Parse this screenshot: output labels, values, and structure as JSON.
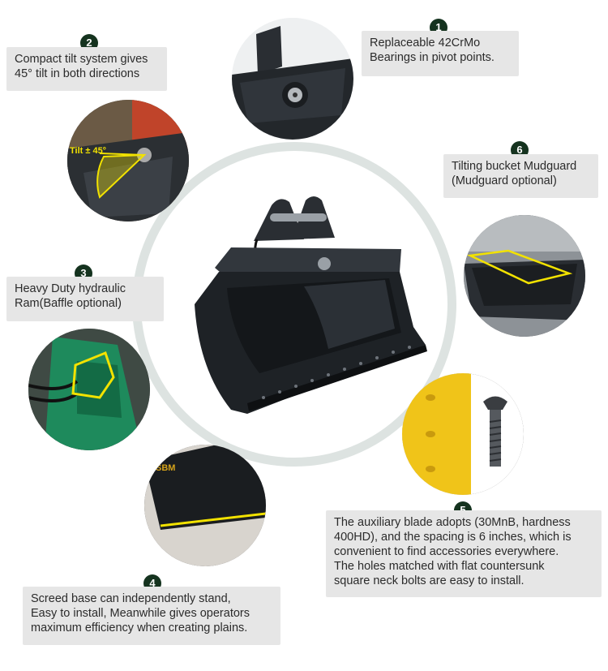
{
  "features": [
    {
      "number": "1",
      "lines": [
        "Replaceable 42CrMo",
        "Bearings in pivot points."
      ]
    },
    {
      "number": "2",
      "lines": [
        "Compact tilt system gives",
        "45° tilt in both directions"
      ]
    },
    {
      "number": "3",
      "lines": [
        "Heavy Duty hydraulic",
        "Ram(Baffle optional)"
      ]
    },
    {
      "number": "4",
      "lines": [
        "Screed base can independently stand,",
        "Easy to install, Meanwhile gives operators",
        "maximum efficiency when creating plains."
      ]
    },
    {
      "number": "5",
      "lines": [
        "The auxiliary blade adopts (30MnB, hardness",
        "400HD), and the spacing is 6 inches, which is",
        "convenient to find accessories everywhere.",
        "The holes matched with flat countersunk",
        "square neck bolts are easy to install."
      ]
    },
    {
      "number": "6",
      "lines": [
        "Tilting bucket Mudguard",
        "(Mudguard optional)"
      ]
    }
  ],
  "photo_labels": {
    "tilt": "Tilt ± 45°",
    "brand": "SBM"
  },
  "colors": {
    "badge": "#15331f",
    "note_bg": "#e6e6e6",
    "ring": "#dde3e1",
    "highlight": "#f2e200",
    "bucket": "#1e2226"
  }
}
